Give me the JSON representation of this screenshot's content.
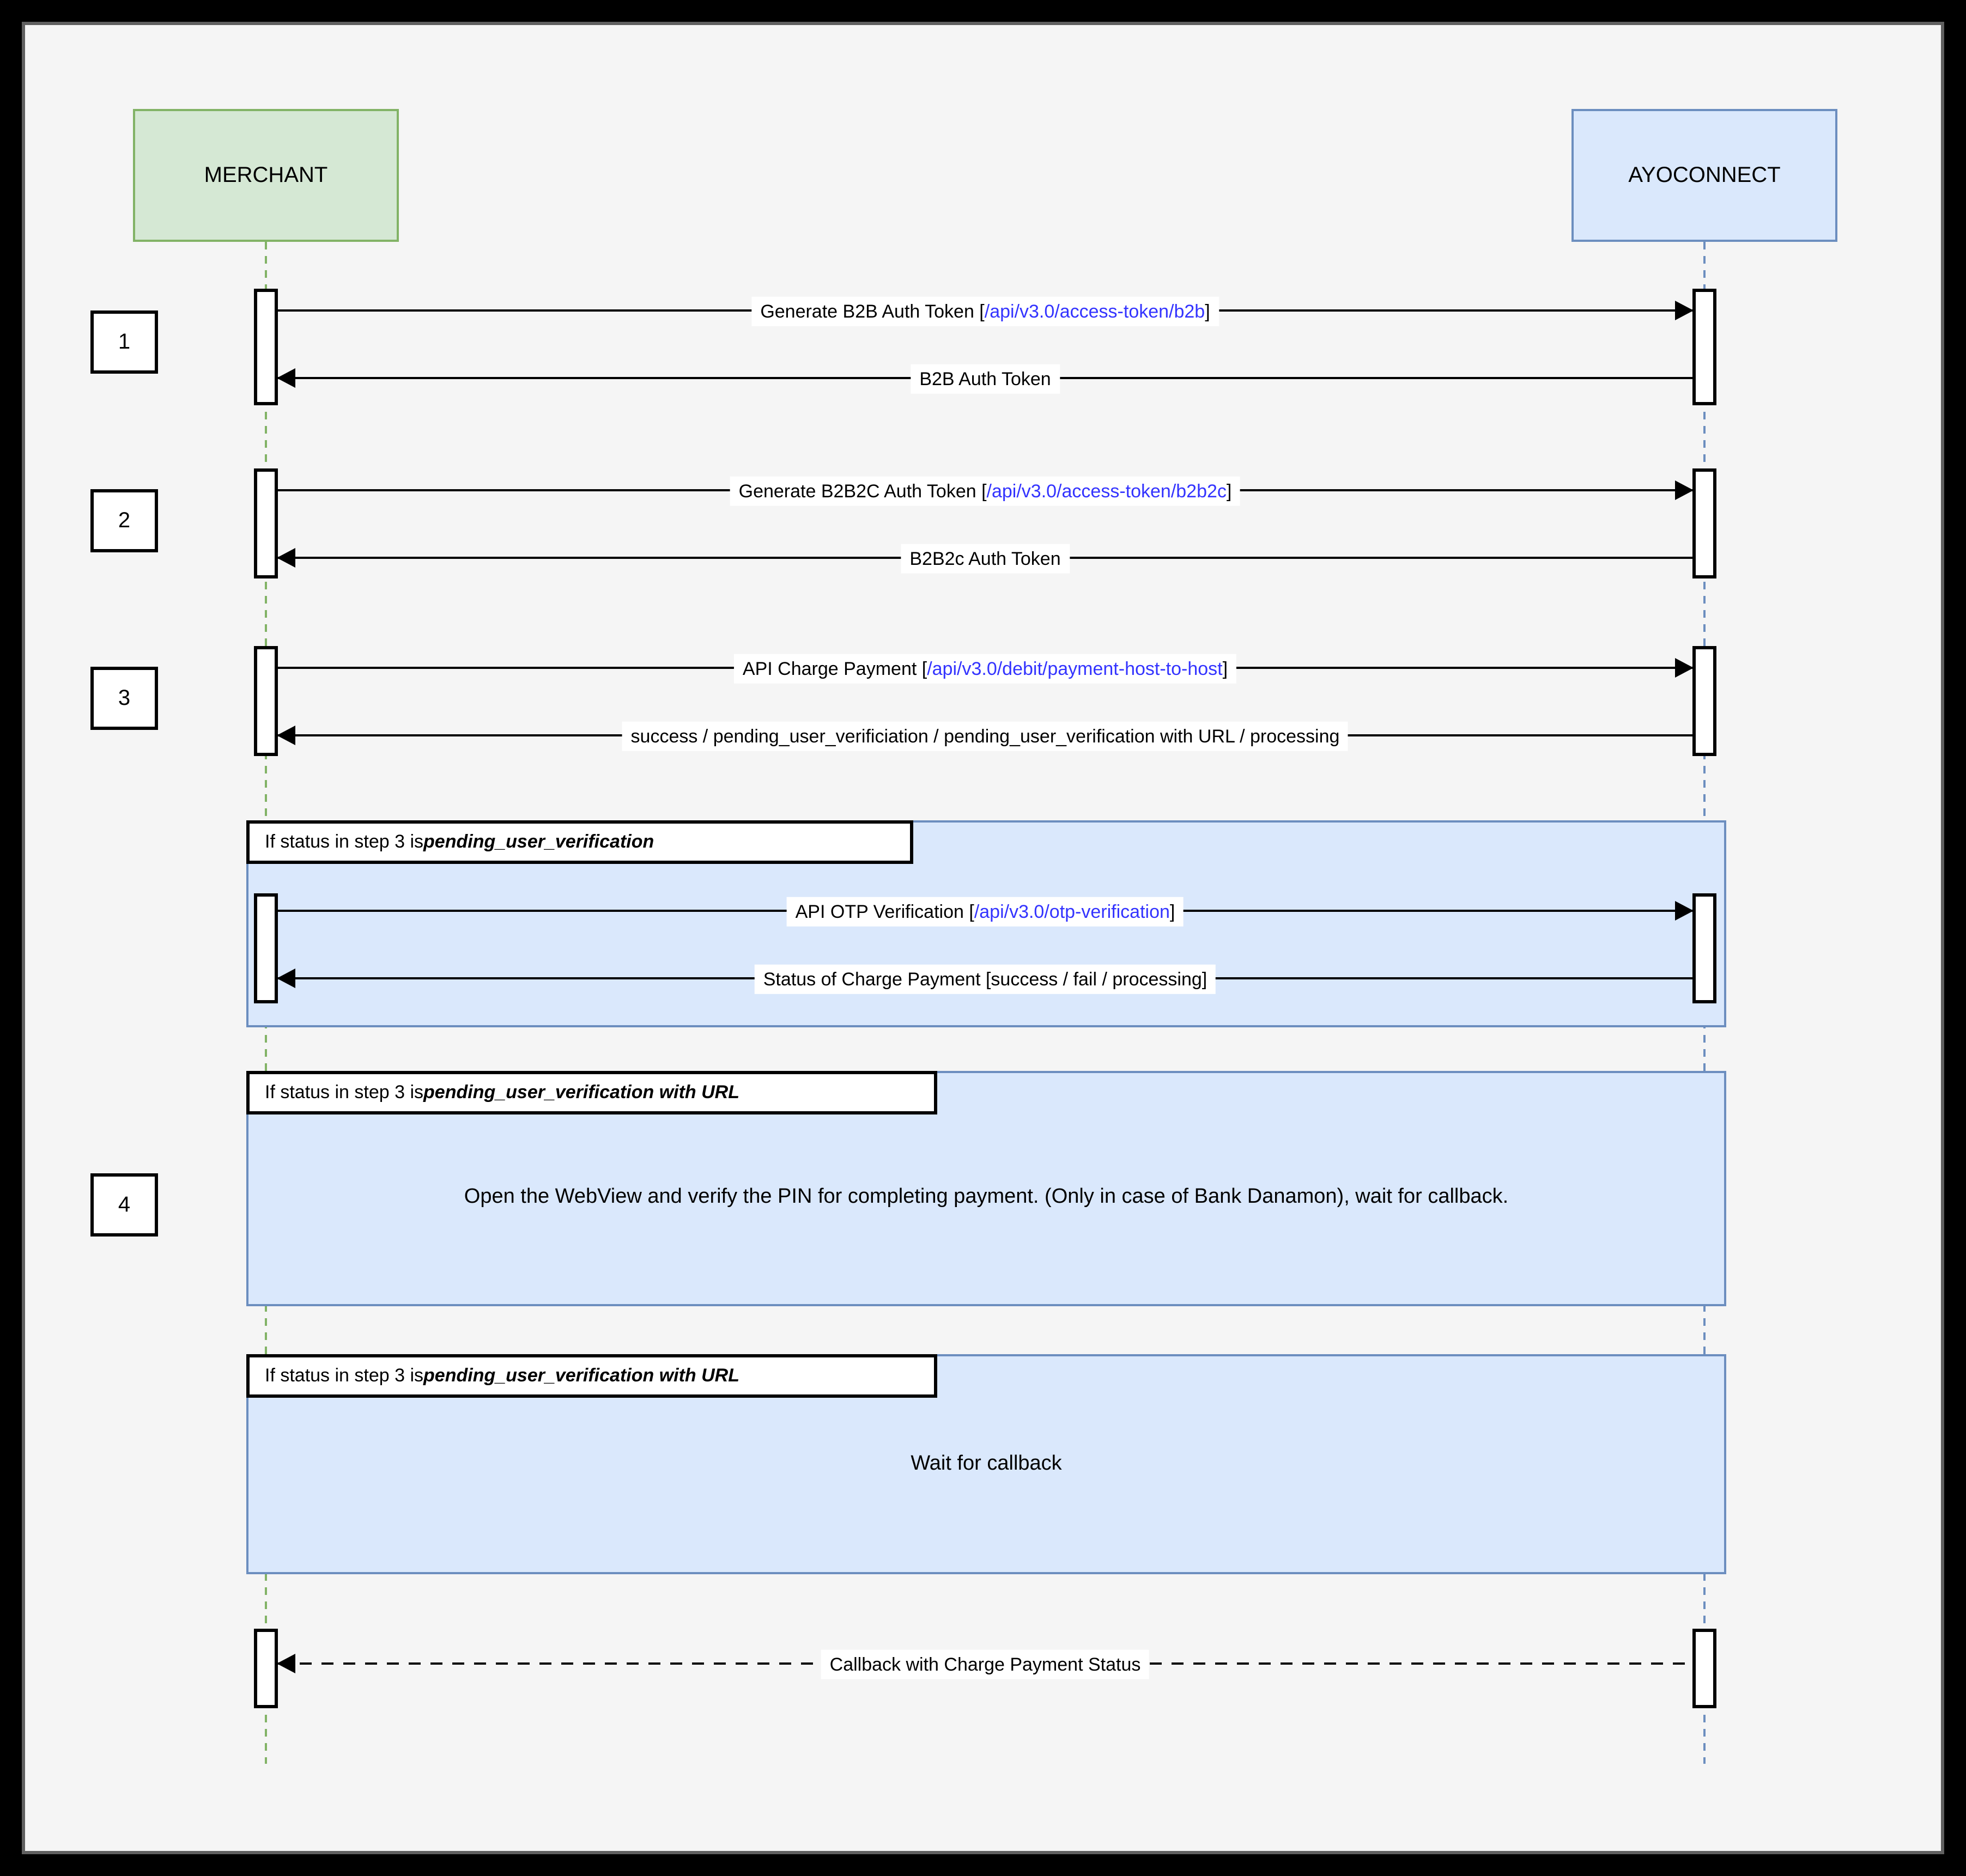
{
  "actors": [
    {
      "label": "MERCHANT"
    },
    {
      "label": "AYOCONNECT"
    }
  ],
  "steps": [
    {
      "number": "1",
      "request": {
        "pre": "Generate B2B Auth Token [",
        "link": "/api/v3.0/access-token/b2b",
        "post": "]"
      },
      "response": {
        "text": "B2B Auth Token"
      }
    },
    {
      "number": "2",
      "request": {
        "pre": "Generate B2B2C Auth Token [",
        "link": "/api/v3.0/access-token/b2b2c",
        "post": "]"
      },
      "response": {
        "text": "B2B2c Auth Token"
      }
    },
    {
      "number": "3",
      "request": {
        "pre": "API Charge Payment [",
        "link": "/api/v3.0/debit/payment-host-to-host",
        "post": "]"
      },
      "response": {
        "text": "success / pending_user_verificiation / pending_user_verification with URL / processing"
      }
    }
  ],
  "fragments": [
    {
      "condition_pre": "If status in step 3 is ",
      "condition_status": "pending_user_verification",
      "request": {
        "pre": "API OTP Verification [",
        "link": "/api/v3.0/otp-verification",
        "post": "]"
      },
      "response": {
        "text": "Status of Charge Payment [success / fail / processing]"
      }
    },
    {
      "number": "4",
      "condition_pre": "If status in step 3 is ",
      "condition_status": "pending_user_verification with URL",
      "body": "Open the WebView and verify the PIN for completing payment. (Only in case of Bank Danamon), wait for callback."
    },
    {
      "condition_pre": "If status in step 3 is ",
      "condition_status": "pending_user_verification with URL",
      "body": "Wait for callback"
    }
  ],
  "callback": {
    "text": "Callback with Charge Payment Status"
  },
  "colors": {
    "merchant_fill": "#d5e8d4",
    "merchant_stroke": "#82b366",
    "ayoconnect_fill": "#dae8fc",
    "ayoconnect_stroke": "#6c8ebf",
    "fragment_fill": "#dae8fc",
    "fragment_stroke": "#6c8ebf",
    "link_text": "#3333ff",
    "canvas_background": "#f5f5f5",
    "frame": "#000000"
  }
}
